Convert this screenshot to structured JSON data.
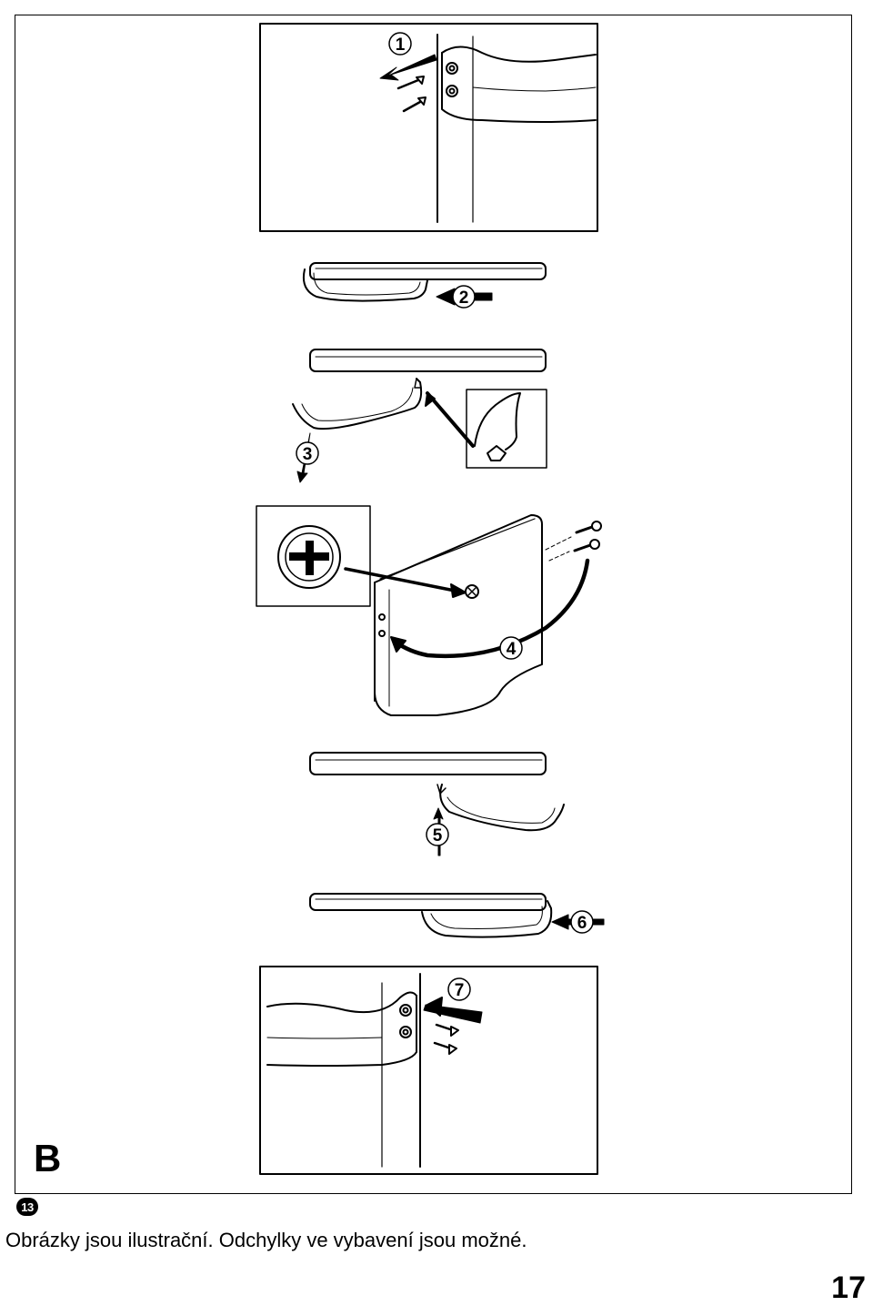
{
  "section_letter": "B",
  "figure_number": "13",
  "caption": "Obrázky jsou ilustrační. Odchylky ve vybavení jsou možné.",
  "page_number": "17",
  "steps": [
    {
      "number": "1"
    },
    {
      "number": "2"
    },
    {
      "number": "3"
    },
    {
      "number": "4"
    },
    {
      "number": "5"
    },
    {
      "number": "6"
    },
    {
      "number": "7"
    }
  ]
}
